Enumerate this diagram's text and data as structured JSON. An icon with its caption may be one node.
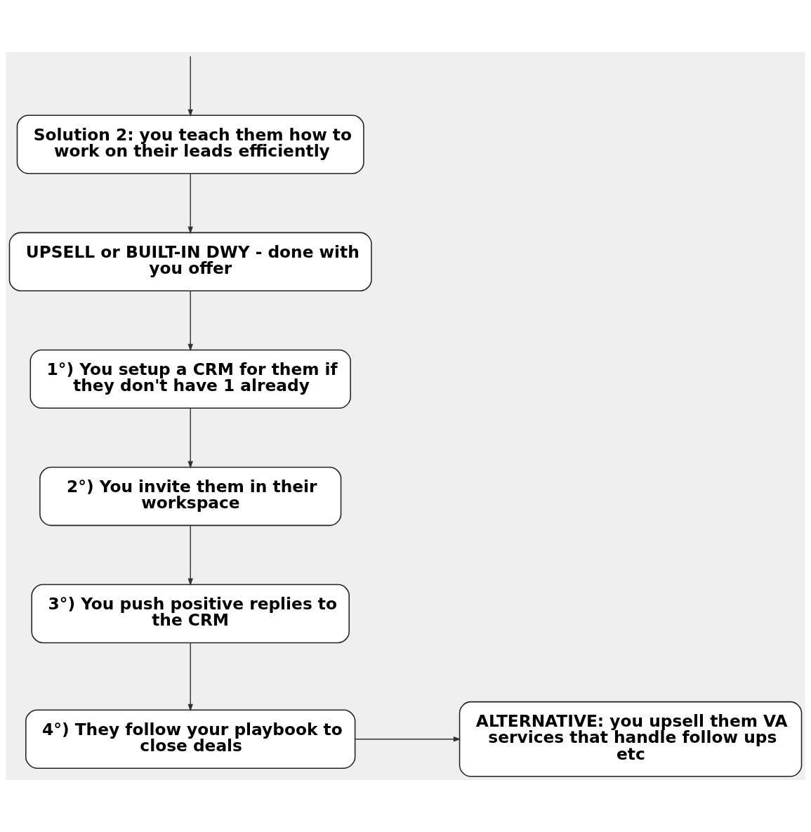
{
  "diagram": {
    "nodes": [
      {
        "text": [
          "Solution 2: you teach them how to work on their leads efficiently"
        ]
      },
      {
        "text": [
          "UPSELL or BUILT-IN DWY - done with you offer"
        ]
      },
      {
        "text": [
          "1°) You setup a CRM for them if they don't have 1 already"
        ]
      },
      {
        "text": [
          "2°) You invite them in their workspace"
        ]
      },
      {
        "text": [
          "3°) You push positive replies to the CRM"
        ]
      },
      {
        "text": [
          "4°) They follow your playbook to close deals"
        ]
      },
      {
        "text": [
          "ALTERNATIVE: you upsell them VA services that handle follow ups etc"
        ]
      }
    ],
    "edges": [
      {
        "from": null,
        "to": 0,
        "arrow": "to"
      },
      {
        "from": 0,
        "to": 1,
        "arrow": "to"
      },
      {
        "from": 1,
        "to": 2,
        "arrow": "to"
      },
      {
        "from": 2,
        "to": 3,
        "arrow": "to"
      },
      {
        "from": 3,
        "to": 4,
        "arrow": "to"
      },
      {
        "from": 4,
        "to": 5,
        "arrow": "to"
      },
      {
        "from": 5,
        "to": 6,
        "arrow": "to"
      }
    ]
  }
}
